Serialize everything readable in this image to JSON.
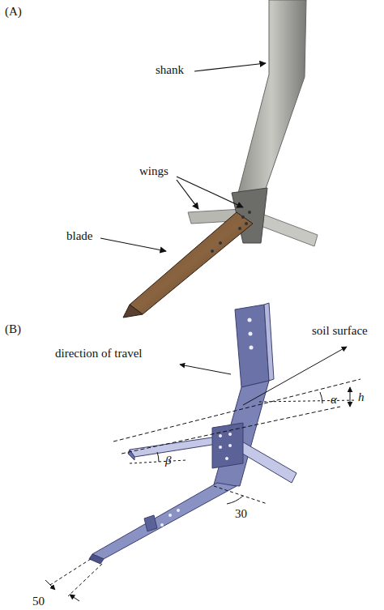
{
  "diagram": {
    "labels": [
      "(A)",
      "shank",
      "wings",
      "blade",
      "(B)",
      "soil surface",
      "direction of travel",
      "h",
      "α",
      "β",
      "30",
      "50"
    ]
  }
}
